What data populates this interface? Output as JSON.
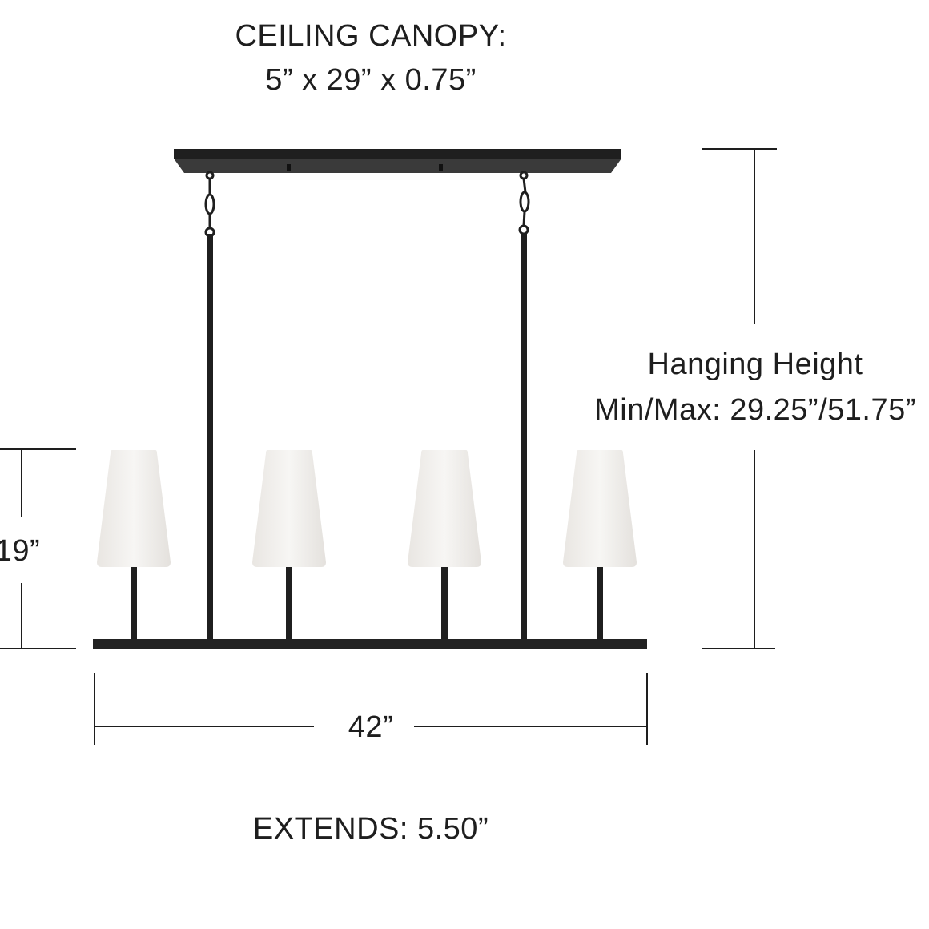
{
  "canopy": {
    "title": "CEILING CANOPY:",
    "dims": "5” x  29” x 0.75”"
  },
  "hanging_height": {
    "title": "Hanging Height",
    "range": "Min/Max: 29.25”/51.75”"
  },
  "height_label": "19”",
  "width_label": "42”",
  "extends_label": "EXTENDS: 5.50”",
  "colors": {
    "fixture": "#1f1f1f",
    "shade": "#f3f1ee",
    "dimension_line": "#1e1e1e"
  }
}
